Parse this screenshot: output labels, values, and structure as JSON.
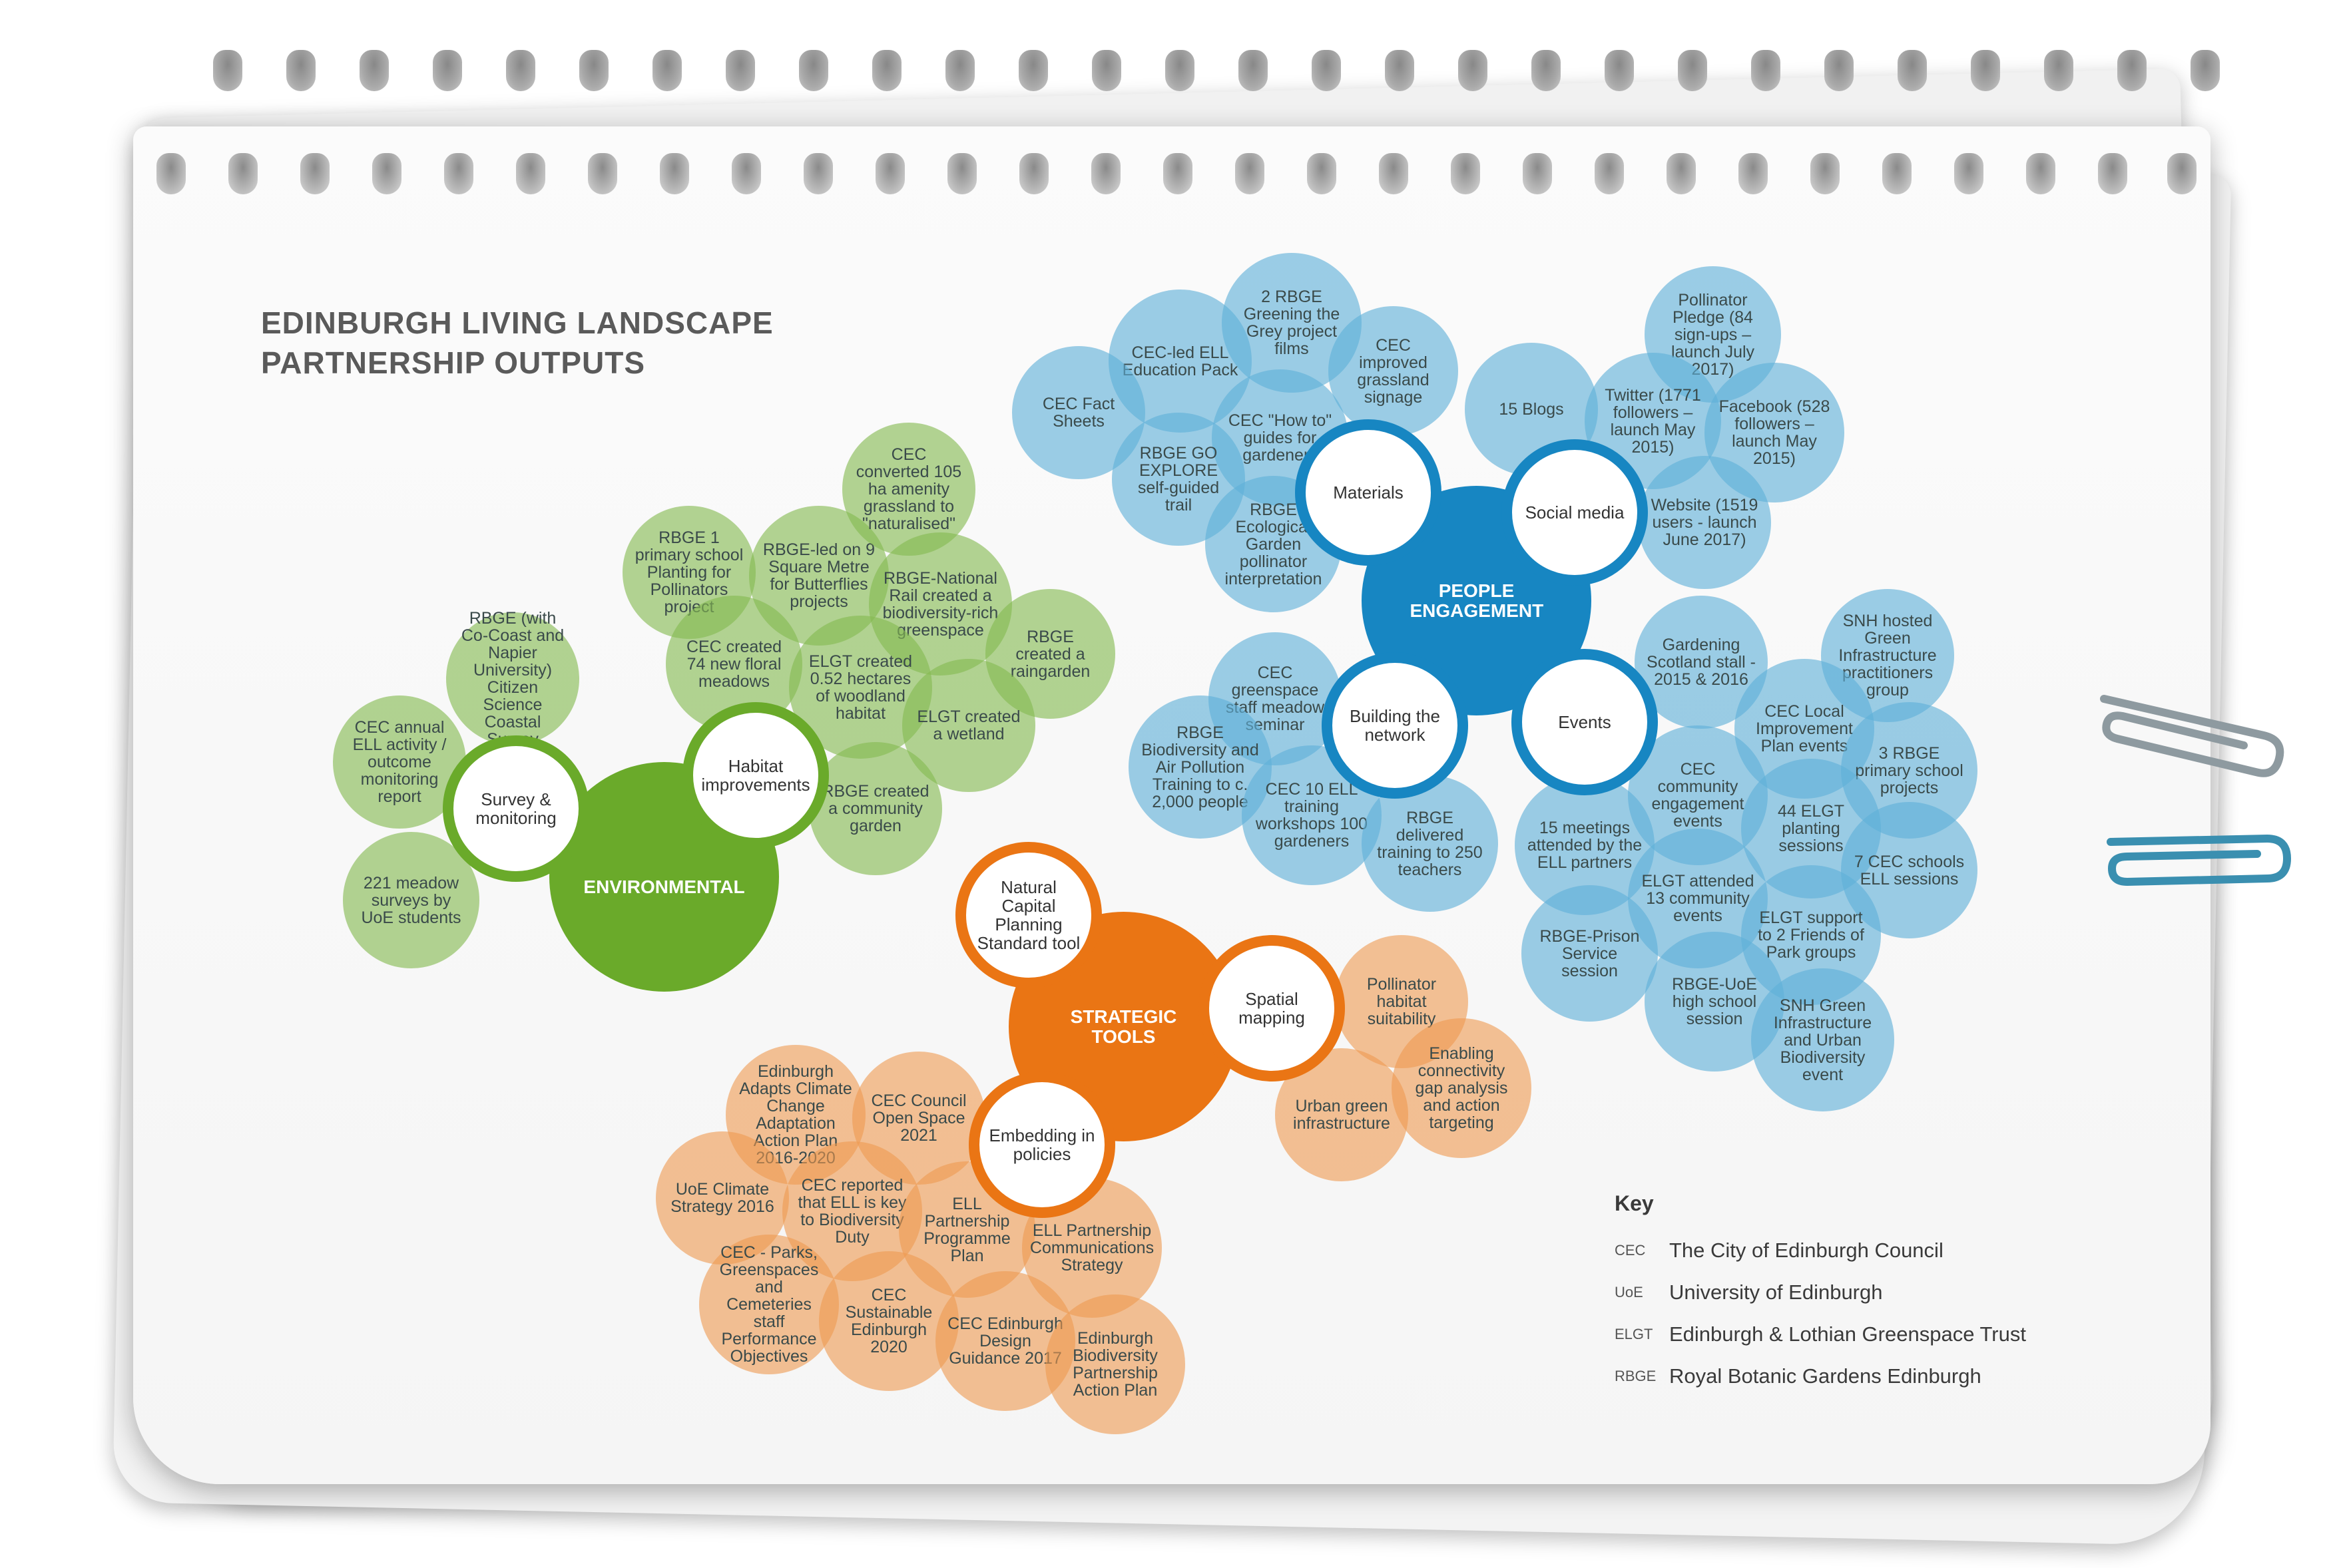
{
  "title": {
    "line1": "EDINBURGH LIVING LANDSCAPE",
    "line2": "PARTNERSHIP OUTPUTS"
  },
  "colors": {
    "environmental": "#6aaa2a",
    "people": "#1786c2",
    "strategic": "#ea7514",
    "green_bubble": "#84b950",
    "blue_bubble": "#60b0d8",
    "orange_bubble": "#ee9a50"
  },
  "hubs": {
    "environmental": "ENVIRONMENTAL",
    "people": "PEOPLE ENGAGEMENT",
    "strategic": "STRATEGIC TOOLS"
  },
  "subhubs": {
    "survey": "Survey & monitoring",
    "habitat": "Habitat improvements",
    "materials": "Materials",
    "social": "Social media",
    "building": "Building the network",
    "events": "Events",
    "natural": "Natural Capital Planning Standard tool",
    "spatial": "Spatial mapping",
    "embedding": "Embedding in policies"
  },
  "environmental_outputs": [
    "RBGE (with Co-Coast and Napier University) Citizen Science Coastal Survey",
    "CEC annual ELL activity / outcome monitoring report",
    "221 meadow surveys by UoE students",
    "RBGE 1 primary school Planting for Pollinators project",
    "RBGE-led on 9 Square Metre for Butterflies projects",
    "CEC converted 105 ha amenity grassland to \"naturalised\"",
    "RBGE-National Rail created a biodiversity-rich greenspace",
    "CEC created 74 new floral meadows",
    "ELGT created 0.52 hectares of woodland habitat",
    "RBGE created a raingarden",
    "ELGT created a wetland",
    "RBGE created a community garden"
  ],
  "people_outputs": [
    "CEC-led ELL Education Pack",
    "2 RBGE Greening the Grey project films",
    "CEC improved grassland signage",
    "CEC Fact Sheets",
    "CEC \"How to\" guides for gardeners",
    "RBGE GO EXPLORE self-guided trail",
    "RBGE Ecological Garden pollinator interpretation",
    "15 Blogs",
    "Pollinator Pledge (84 sign-ups – launch July 2017)",
    "Twitter (1771 followers – launch May 2015)",
    "Facebook (528 followers – launch May 2015)",
    "Website (1519 users - launch June 2017)",
    "CEC greenspace staff meadow seminar",
    "RBGE Biodiversity and Air Pollution Training to c. 2,000 people",
    "CEC 10 ELL training workshops 100 gardeners",
    "RBGE delivered training to 250 teachers",
    "Gardening Scotland stall - 2015 & 2016",
    "SNH hosted Green Infrastructure practitioners group",
    "CEC Local Improvement Plan events",
    "3 RBGE primary school projects",
    "CEC community engagement events",
    "44 ELGT planting sessions",
    "7 CEC schools ELL sessions",
    "15 meetings attended by the ELL partners",
    "ELGT attended 13 community events",
    "ELGT support to 2 Friends of Park groups",
    "RBGE-Prison Service session",
    "RBGE-UoE high school session",
    "SNH Green Infrastructure and Urban Biodiversity event"
  ],
  "strategic_outputs": [
    "Pollinator habitat suitability",
    "Enabling connectivity gap analysis and action targeting",
    "Urban green infrastructure",
    "Edinburgh Adapts Climate Change Adaptation Action Plan 2016-2020",
    "CEC Council Open Space 2021",
    "UoE Climate Strategy 2016",
    "CEC reported that ELL is key to Biodiversity Duty",
    "ELL Partnership Programme Plan",
    "ELL Partnership Communications Strategy",
    "CEC - Parks, Greenspaces and Cemeteries staff Performance Objectives",
    "CEC Sustainable Edinburgh 2020",
    "CEC Edinburgh Design Guidance 2017",
    "Edinburgh Biodiversity Partnership Action Plan"
  ],
  "key": {
    "title": "Key",
    "rows": [
      {
        "abbr": "CEC",
        "full": "The City of Edinburgh Council"
      },
      {
        "abbr": "UoE",
        "full": "University of Edinburgh"
      },
      {
        "abbr": "ELGT",
        "full": "Edinburgh & Lothian Greenspace Trust"
      },
      {
        "abbr": "RBGE",
        "full": "Royal Botanic Gardens Edinburgh"
      }
    ]
  }
}
